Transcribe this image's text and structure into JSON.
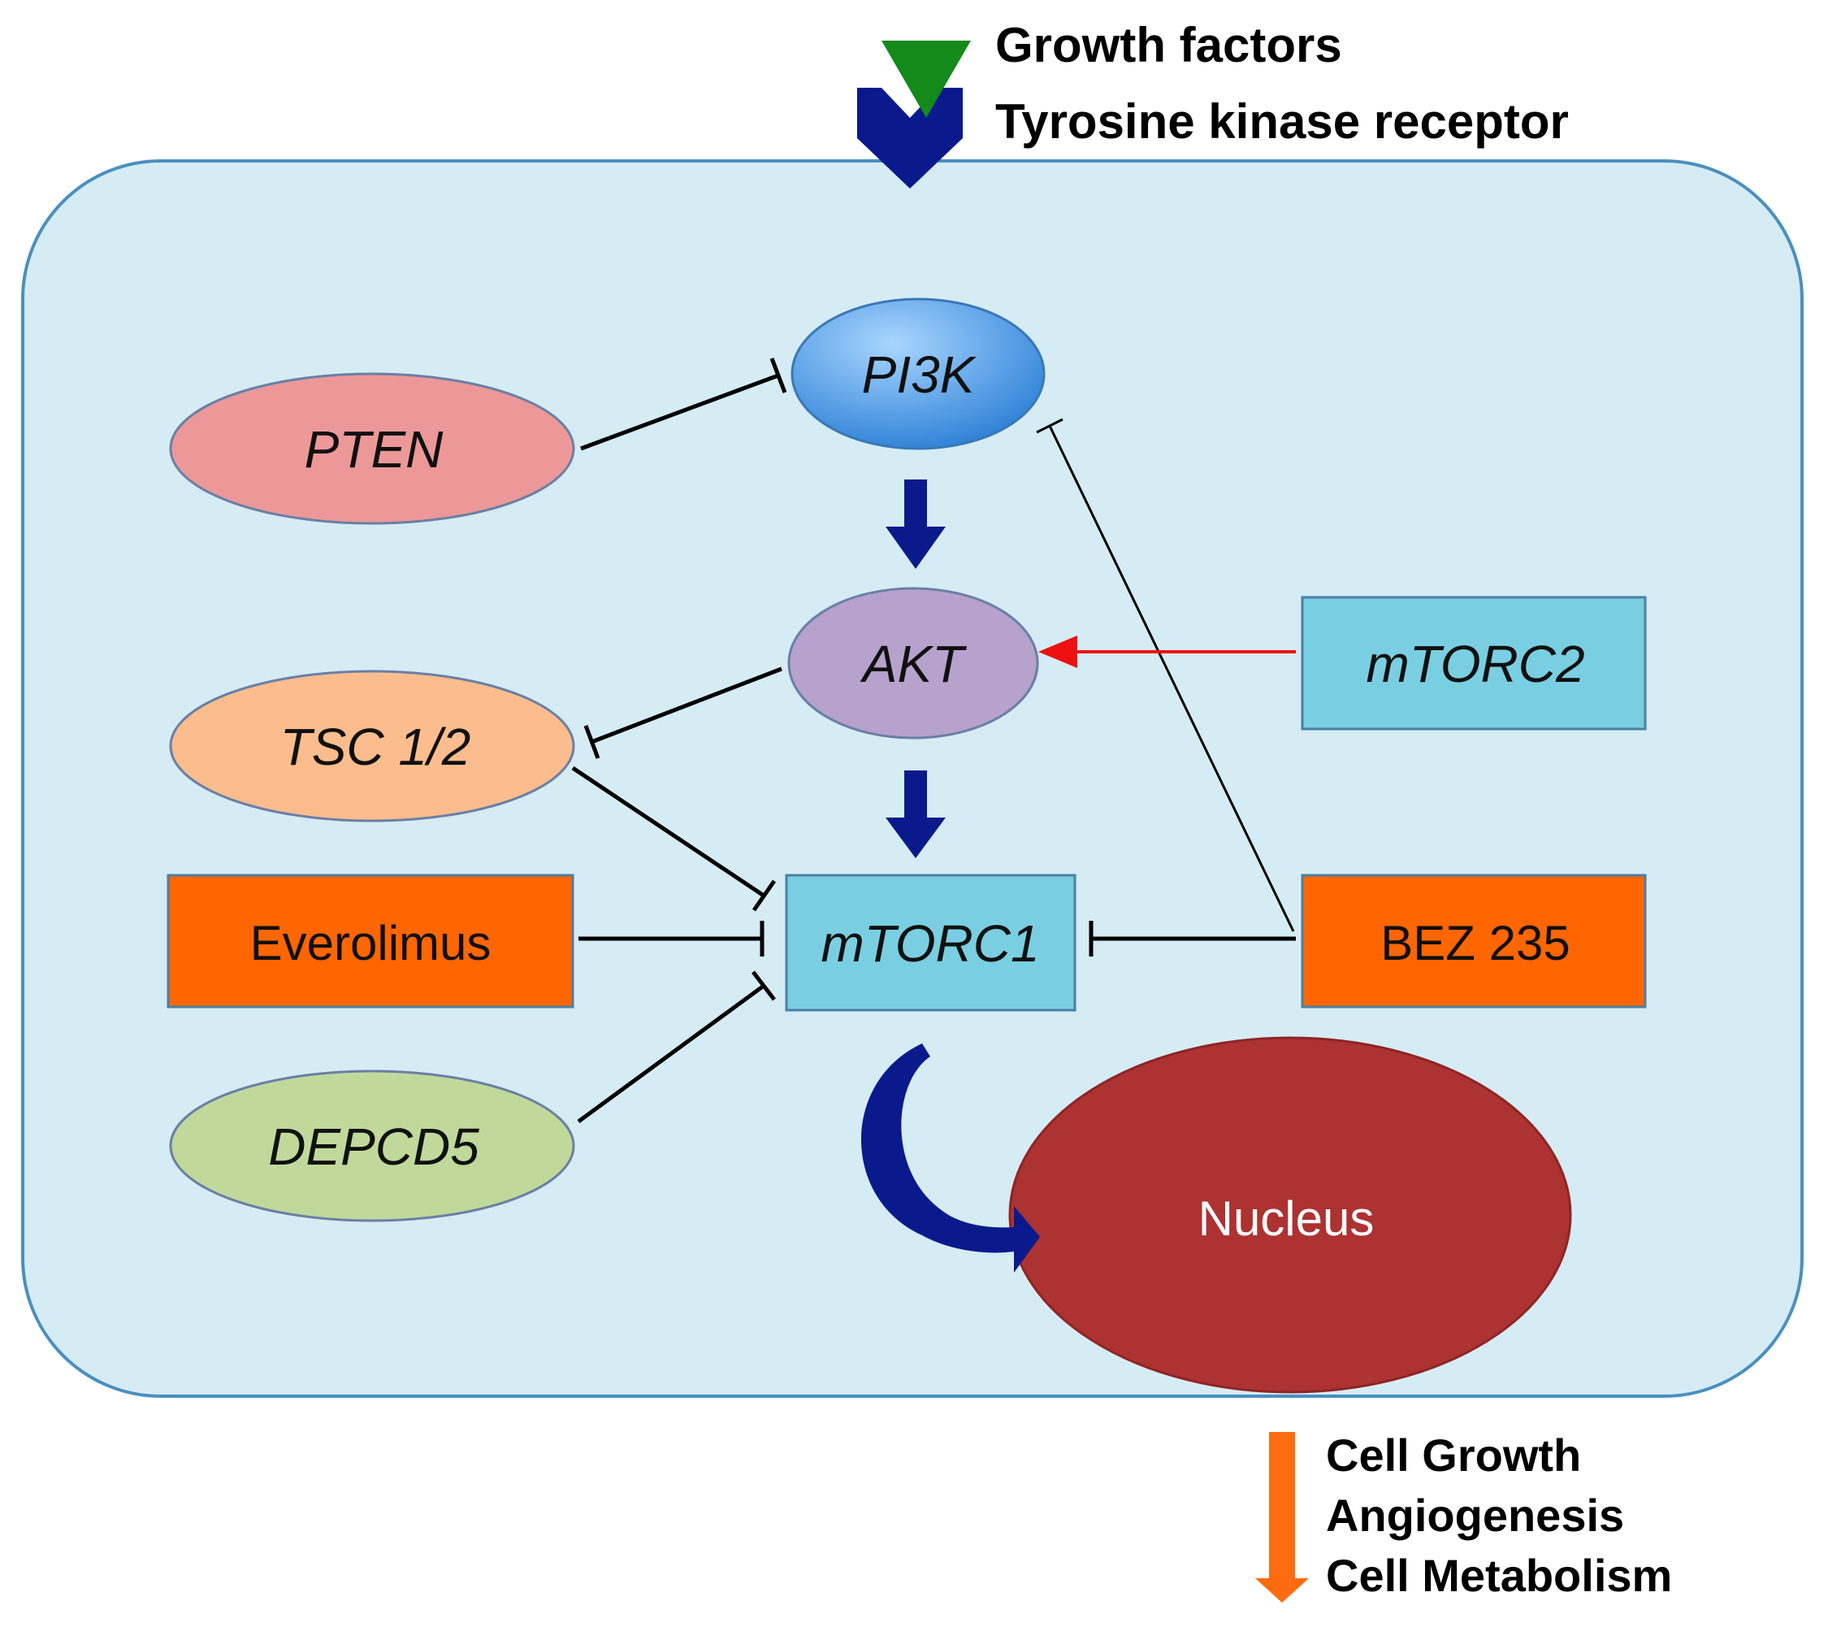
{
  "inputs": {
    "line1": "Growth factors",
    "line2": "Tyrosine kinase receptor"
  },
  "nodes": {
    "pi3k": "PI3K",
    "pten": "PTEN",
    "akt": "AKT",
    "tsc": "TSC 1/2",
    "mtorc2": "mTORC2",
    "mtorc1": "mTORC1",
    "everolimus": "Everolimus",
    "bez235": "BEZ 235",
    "depcd5": "DEPCD5",
    "nucleus": "Nucleus"
  },
  "outputs": {
    "line1": "Cell Growth",
    "line2": "Angiogenesis",
    "line3": "Cell Metabolism"
  },
  "colors": {
    "cell_fill": "#d6ecf4",
    "cell_stroke": "#4a8fc0",
    "pi3k": "#3d8fdc",
    "pten": "#ec9898",
    "akt": "#b6a2cc",
    "tsc": "#fbbd8d",
    "mtorc": "#79cfe1",
    "drug": "#ff6600",
    "depcd5": "#c0d99a",
    "nucleus": "#ad3232",
    "navy": "#0a1a8c",
    "green": "#138a1a",
    "activation_red": "#ee1111",
    "output_arrow": "#ff6b10"
  }
}
